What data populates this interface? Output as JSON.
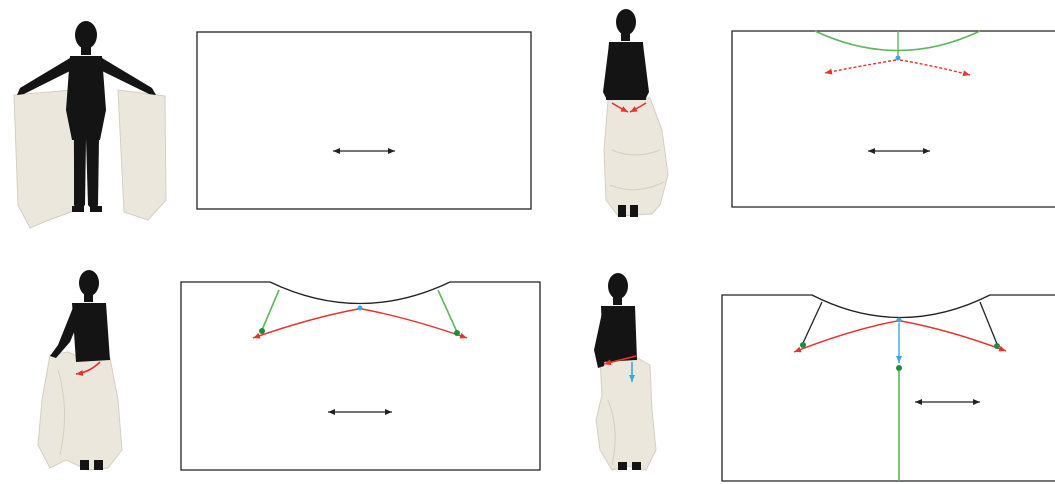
{
  "figure": {
    "steps": [
      {
        "id": "step-1",
        "photo": "mannequin-holding-fabric-open",
        "pattern": "rectangle-with-grainline"
      },
      {
        "id": "step-2",
        "photo": "mannequin-fabric-wrapped-waist",
        "pattern": "waist-curve-with-red-arrows"
      },
      {
        "id": "step-3",
        "photo": "mannequin-lifting-fabric-side",
        "pattern": "waist-cutout-with-green-darts"
      },
      {
        "id": "step-4",
        "photo": "mannequin-fabric-pinned-front",
        "pattern": "waist-cutout-with-center-slit"
      }
    ]
  },
  "colors": {
    "outline": "#222222",
    "green_guide": "#5cb85c",
    "red_arrow": "#e8322a",
    "blue_arrow": "#3aa7e0",
    "green_dot": "#1e8c3a",
    "fabric": "#ece7dc",
    "mannequin": "#141414"
  },
  "icons": {
    "grainline": "double-headed-arrow",
    "mannequin": "dress-form-silhouette"
  }
}
